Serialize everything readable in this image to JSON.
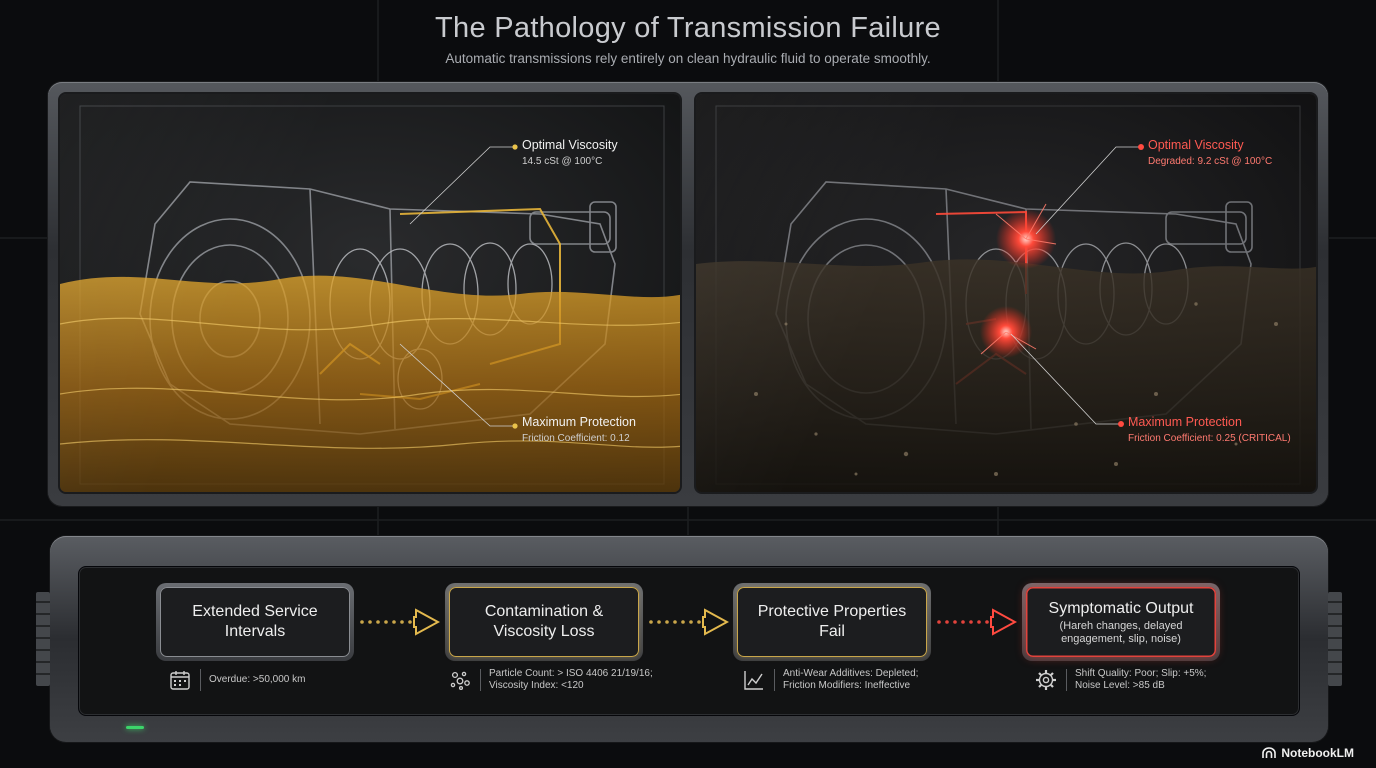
{
  "header": {
    "title": "The Pathology of Transmission Failure",
    "subtitle": "Automatic transmissions rely entirely on clean hydraulic fluid to operate smoothly."
  },
  "panels": {
    "healthy": {
      "viscosity_title": "Optimal Viscosity",
      "viscosity_value": "14.5 cSt @ 100°C",
      "protection_title": "Maximum Protection",
      "protection_value": "Friction Coefficient: 0.12"
    },
    "degraded": {
      "viscosity_title": "Optimal Viscosity",
      "viscosity_value": "Degraded: 9.2 cSt @ 100°C",
      "protection_title": "Maximum Protection",
      "protection_value": "Friction Coefficient: 0.25 (CRITICAL)"
    }
  },
  "flow": {
    "steps": [
      {
        "label": "Extended Service Intervals",
        "sub": ""
      },
      {
        "label": "Contamination & Viscosity Loss",
        "sub": ""
      },
      {
        "label": "Protective Properties Fail",
        "sub": ""
      },
      {
        "label": "Symptomatic Output",
        "sub": "(Hareh changes, delayed engagement, slip, noise)"
      }
    ],
    "metrics": [
      {
        "icon": "calendar-icon",
        "line1": "Overdue: >50,000 km",
        "line2": ""
      },
      {
        "icon": "particles-icon",
        "line1": "Particle Count: > ISO 4406 21/19/16;",
        "line2": "Viscosity Index: <120"
      },
      {
        "icon": "trend-chart-icon",
        "line1": "Anti-Wear Additives: Depleted;",
        "line2": "Friction Modifiers: Ineffective"
      },
      {
        "icon": "gear-icon",
        "line1": "Shift Quality: Poor; Slip: +5%;",
        "line2": "Noise Level: >85 dB"
      }
    ]
  },
  "colors": {
    "oil_gold": "#d9a02a",
    "critical_red": "#ff4a40",
    "metal": "#5a5d62"
  },
  "brand": {
    "name": "NotebookLM"
  }
}
